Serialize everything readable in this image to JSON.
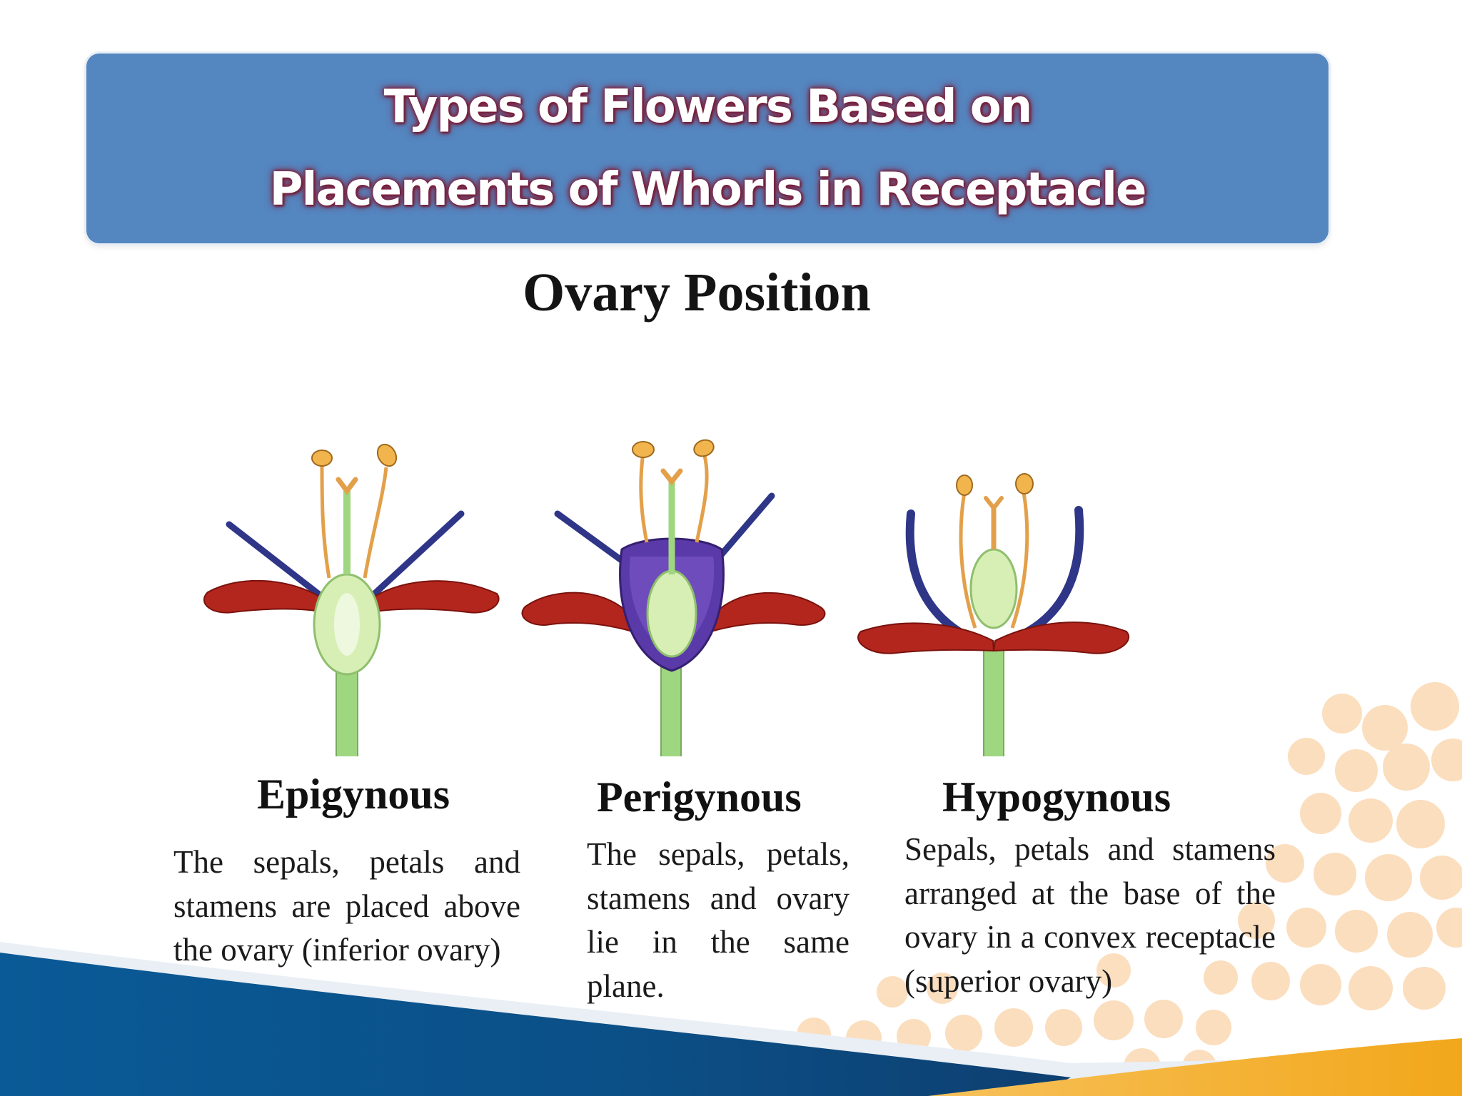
{
  "title": {
    "line1": "Types of Flowers Based on",
    "line2": "Placements of Whorls in Receptacle"
  },
  "figure": {
    "heading": "Ovary Position",
    "types": [
      {
        "label": "Epigynous"
      },
      {
        "label": "Perigynous"
      },
      {
        "label": "Hypogynous"
      }
    ]
  },
  "descriptions": [
    {
      "text": "The sepals, petals and stamens are placed above the ovary (inferior ovary)"
    },
    {
      "text": "The sepals, petals, stamens and ovary lie in the same plane."
    },
    {
      "text": "Sepals, petals and stamens arranged at the base of the ovary in a convex receptacle (superior ovary)"
    }
  ],
  "colors": {
    "banner": "#5486c0",
    "footer_blue": "#0b4f86",
    "footer_orange": "#f2a71b",
    "petal_red": "#b3261e",
    "sepal_blue": "#3b3f9b",
    "ovary_green": "#cfe9a8"
  }
}
